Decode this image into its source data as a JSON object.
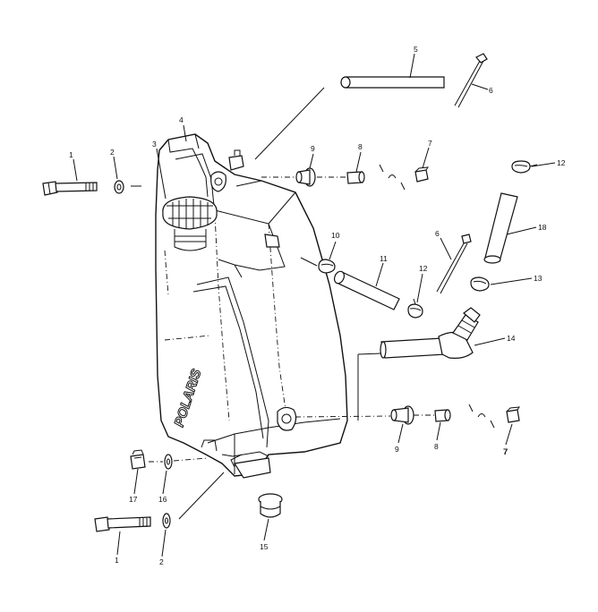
{
  "diagram": {
    "brand_mark": "POLARIS",
    "callouts": [
      {
        "id": "c-1a",
        "text": "1"
      },
      {
        "id": "c-2a",
        "text": "2"
      },
      {
        "id": "c-3",
        "text": "3"
      },
      {
        "id": "c-4",
        "text": "4"
      },
      {
        "id": "c-5",
        "text": "5"
      },
      {
        "id": "c-6a",
        "text": "6"
      },
      {
        "id": "c-9a",
        "text": "9"
      },
      {
        "id": "c-8a",
        "text": "8"
      },
      {
        "id": "c-7a",
        "text": "7"
      },
      {
        "id": "c-12a",
        "text": "12"
      },
      {
        "id": "c-18",
        "text": "18"
      },
      {
        "id": "c-10",
        "text": "10"
      },
      {
        "id": "c-11",
        "text": "11"
      },
      {
        "id": "c-6b",
        "text": "6"
      },
      {
        "id": "c-12b",
        "text": "12"
      },
      {
        "id": "c-13",
        "text": "13"
      },
      {
        "id": "c-14",
        "text": "14"
      },
      {
        "id": "c-9b",
        "text": "9"
      },
      {
        "id": "c-8b",
        "text": "8"
      },
      {
        "id": "c-7b",
        "text": "7"
      },
      {
        "id": "c-17",
        "text": "17"
      },
      {
        "id": "c-16",
        "text": "16"
      },
      {
        "id": "c-15",
        "text": "15"
      },
      {
        "id": "c-1b",
        "text": "1"
      },
      {
        "id": "c-2b",
        "text": "2"
      }
    ]
  }
}
